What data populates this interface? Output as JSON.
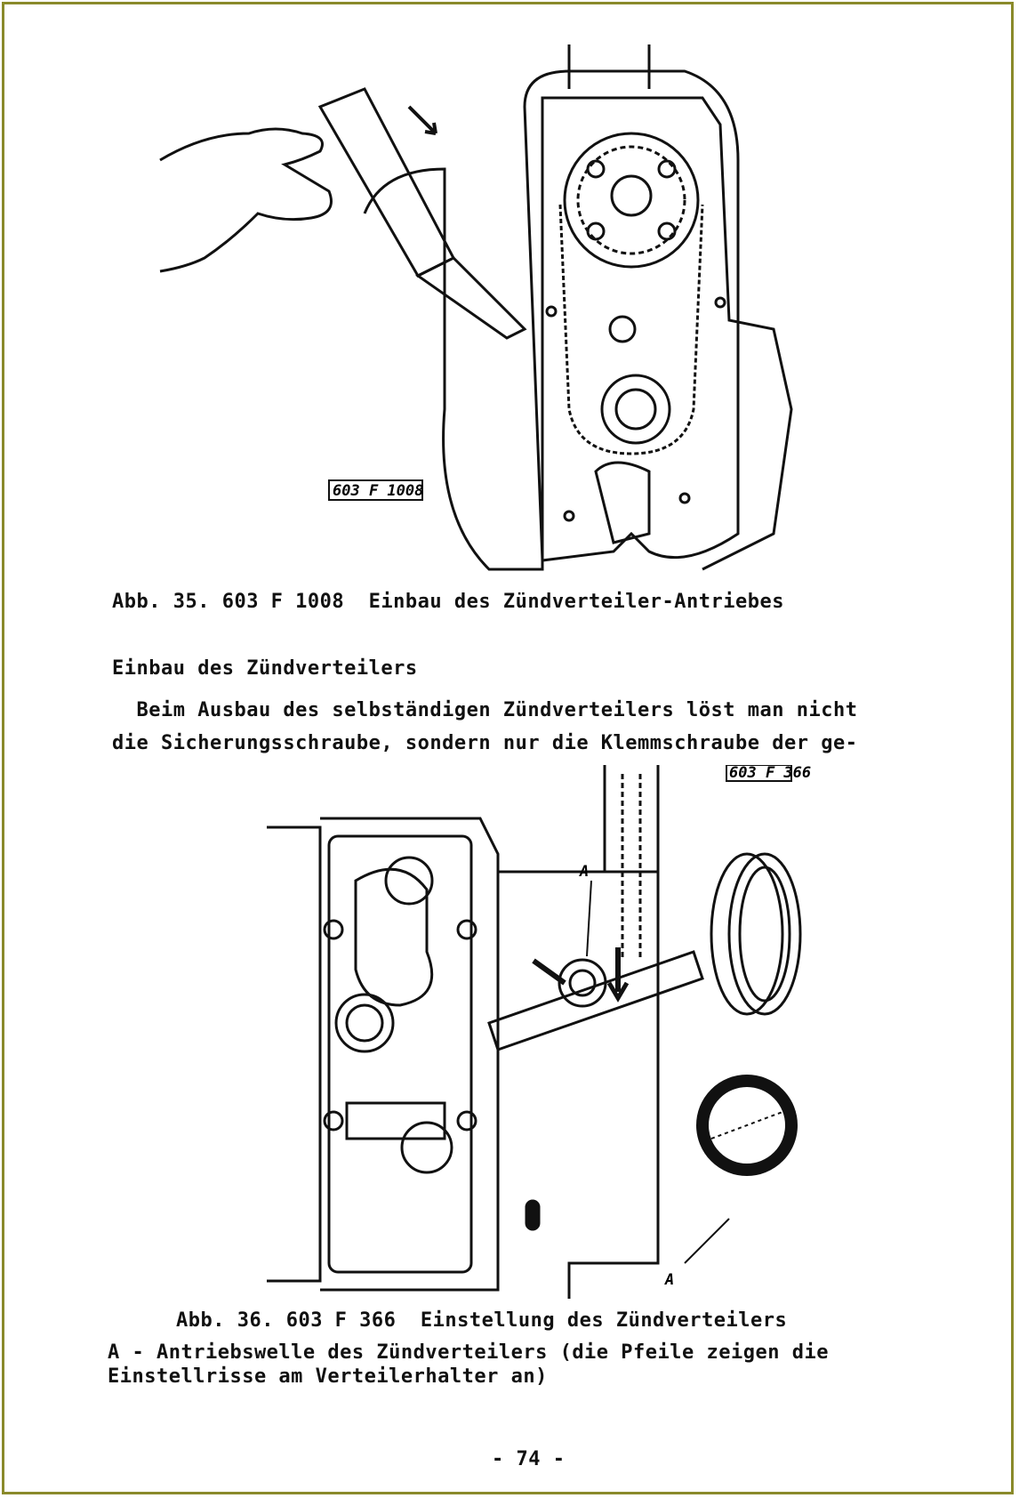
{
  "figure1": {
    "ref_label": "603 F 1008",
    "caption": "Abb. 35. 603 F 1008  Einbau des Zündverteiler-Antriebes"
  },
  "section": {
    "heading": "Einbau des Zündverteilers",
    "para_line1": "  Beim Ausbau des selbständigen Zündverteilers löst man nicht",
    "para_line2": "die Sicherungsschraube, sondern nur die Klemmschraube der ge-"
  },
  "figure2": {
    "ref_label": "603 F 366",
    "marker_a1": "A",
    "marker_a2": "A",
    "caption": "Abb. 36. 603 F 366  Einstellung des Zündverteilers",
    "legend_line1": "A - Antriebswelle des Zündverteilers (die Pfeile zeigen die",
    "legend_line2": "Einstellrisse am Verteilerhalter an)"
  },
  "page_number": "- 74 -"
}
